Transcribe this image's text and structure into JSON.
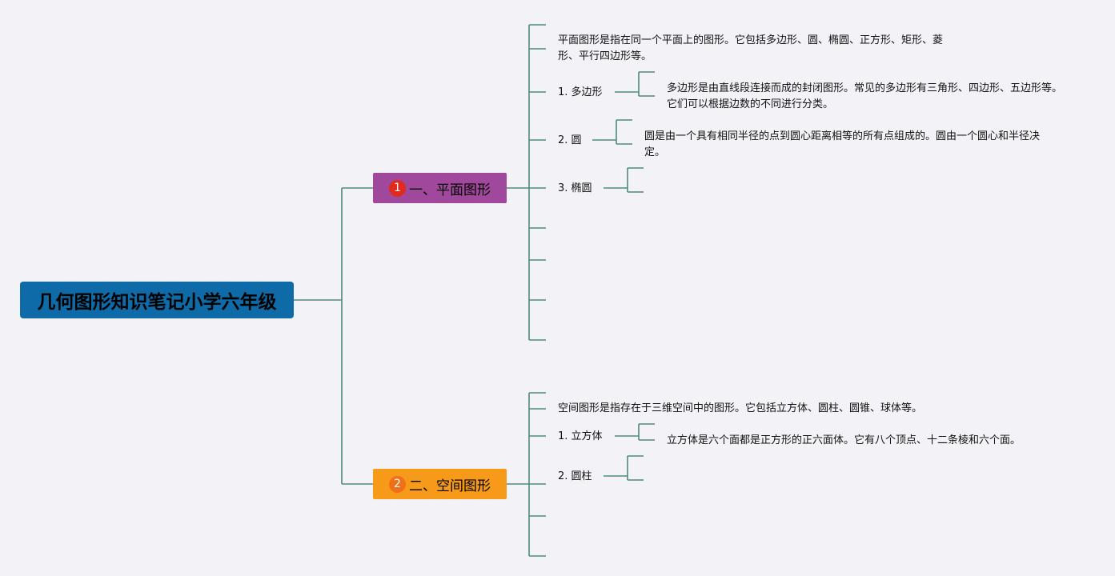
{
  "root": {
    "title": "几何图形知识笔记小学六年级"
  },
  "branches": [
    {
      "number": "1",
      "title": "一、平面图形",
      "intro": "平面图形是指在同一个平面上的图形。它包括多边形、圆、椭圆、正方形、矩形、菱形、平行四边形等。",
      "items": [
        {
          "label": "1. 多边形",
          "desc": "多边形是由直线段连接而成的封闭图形。常见的多边形有三角形、四边形、五边形等。它们可以根据边数的不同进行分类。"
        },
        {
          "label": "2. 圆",
          "desc": "圆是由一个具有相同半径的点到圆心距离相等的所有点组成的。圆由一个圆心和半径决定。"
        },
        {
          "label": "3. 椭圆",
          "desc": ""
        }
      ]
    },
    {
      "number": "2",
      "title": "二、空间图形",
      "intro": "空间图形是指存在于三维空间中的图形。它包括立方体、圆柱、圆锥、球体等。",
      "items": [
        {
          "label": "1. 立方体",
          "desc": "立方体是六个面都是正方形的正六面体。它有八个顶点、十二条棱和六个面。"
        },
        {
          "label": "2. 圆柱",
          "desc": ""
        }
      ]
    }
  ],
  "colors": {
    "line": "#4f8a80",
    "root_bg": "#0e6ba8",
    "branch1_bg": "#a0489b",
    "branch2_bg": "#f79a1a",
    "badge1": "#e12a1e",
    "badge2": "#f07018",
    "background": "#f3f2f7"
  }
}
